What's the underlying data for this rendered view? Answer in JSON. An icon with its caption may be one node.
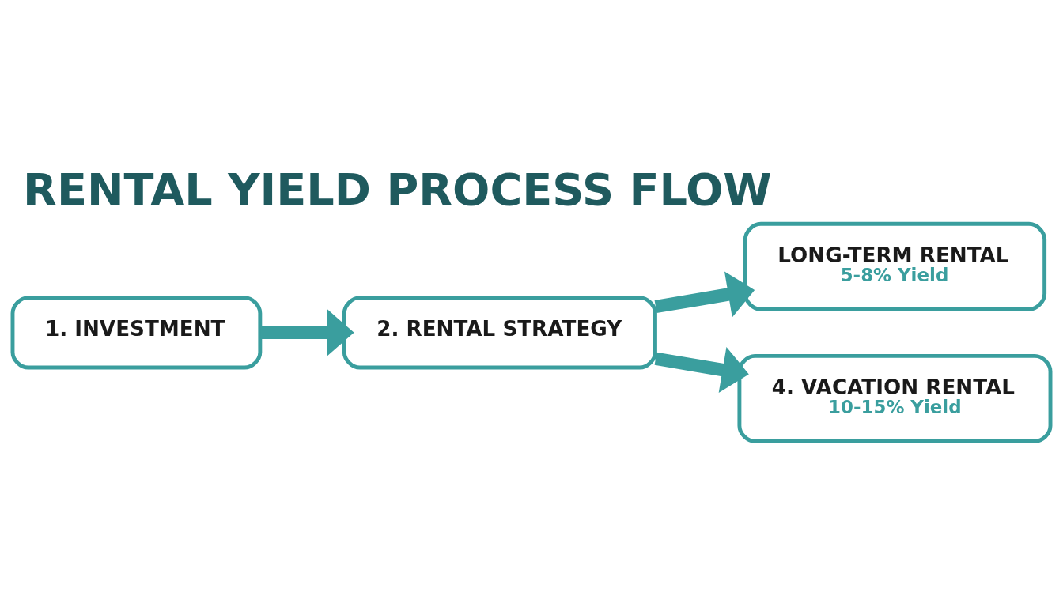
{
  "diagram": {
    "title": "RENTAL YIELD PROCESS FLOW",
    "nodes": [
      {
        "text": [
          "1. INVESTMENT"
        ]
      },
      {
        "text": [
          "2. RENTAL STRATEGY"
        ]
      },
      {
        "text": [
          "LONG-TERM RENTAL",
          "5-8% Yield"
        ]
      },
      {
        "text": [
          "4. VACATION RENTAL",
          "10-15% Yield"
        ]
      }
    ],
    "edges": [
      {
        "from": 0,
        "to": 1,
        "arrow": "to"
      },
      {
        "from": 1,
        "to": 2,
        "arrow": "to"
      },
      {
        "from": 1,
        "to": 3,
        "arrow": "to"
      }
    ]
  }
}
